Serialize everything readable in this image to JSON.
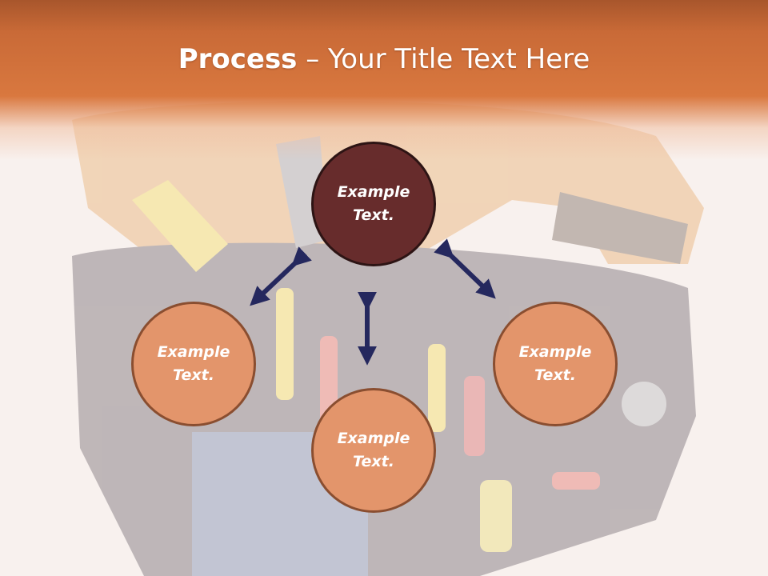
{
  "title": {
    "bold": "Process",
    "rest": " – Your Title Text Here"
  },
  "nodes": {
    "top": "Example\nText.",
    "left": "Example\nText.",
    "bottom": "Example\nText.",
    "right": "Example\nText."
  },
  "colors": {
    "header": "#d9783f",
    "main_node": "#672c2c",
    "sub_node": "#e3956b",
    "arrow": "#25285e"
  },
  "background_image": "tool-belt-photo"
}
